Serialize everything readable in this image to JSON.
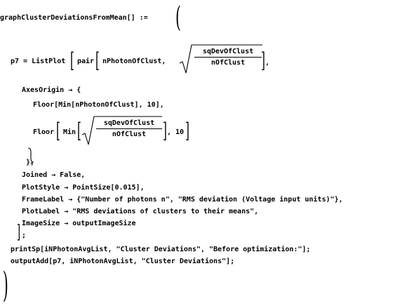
{
  "header": {
    "definition": "graphClusterDeviationsFromMean[] :="
  },
  "code": {
    "p7_prefix": "p7 = ListPlot",
    "pair_call": "pair",
    "p7_arg1": "nPhotonOfClust,",
    "sqrt_num": "sqDevOfClust",
    "sqrt_den": "nOfClust",
    "p7_tail": ",",
    "axes_origin": "AxesOrigin → {",
    "floor1": "Floor[Min[nPhotonOfClust], 10],",
    "floor2_prefix": "Floor",
    "min_call": "Min",
    "floor2_num": "sqDevOfClust",
    "floor2_den": "nOfClust",
    "floor2_tail": ", 10",
    "brace_close": "},",
    "joined": "Joined → False,",
    "plot_style": "PlotStyle → PointSize[0.015],",
    "frame_label": "FrameLabel → {\"Number of photons n\", \"RMS deviation (Voltage input units)\"},",
    "plot_label": "PlotLabel → \"RMS deviations of clusters to their means\",",
    "image_size": "ImageSize → outputImageSize",
    "semicolon": ";",
    "print_sp": "printSp[iNPhotonAvgList, \"Cluster Deviations\", \"Before optimization:\"];",
    "output_add": "outputAdd[p7, iNPhotonAvgList, \"Cluster Deviations\"];"
  }
}
